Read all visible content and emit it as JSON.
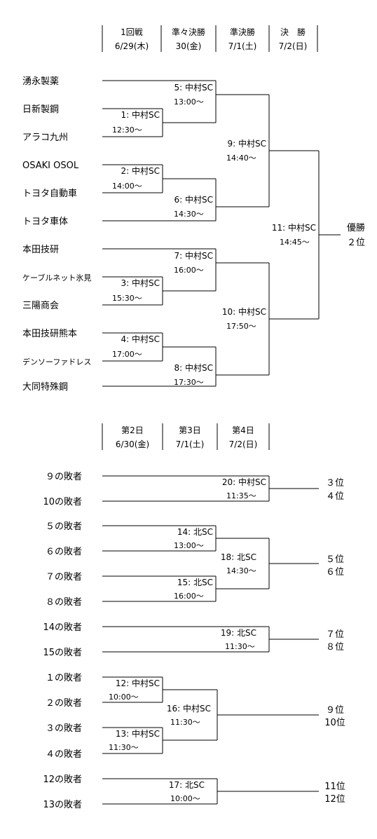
{
  "main_bracket": {
    "headers": [
      {
        "name": "1回戦",
        "date": "6/29(木)"
      },
      {
        "name": "準々決勝",
        "date": "30(金)"
      },
      {
        "name": "準決勝",
        "date": "7/1(土)"
      },
      {
        "name": "決　勝",
        "date": "7/2(日)"
      }
    ],
    "teams": [
      "湧永製薬",
      "日新製鋼",
      "アラコ九州",
      "OSAKI OSOL",
      "トヨタ自動車",
      "トヨタ車体",
      "本田技研",
      "ケーブルネット氷見",
      "三陽商会",
      "本田技研熊本",
      "デンソーファドレス",
      "大同特殊鋼"
    ],
    "matches": [
      {
        "label": "1: 中村SC",
        "time": "12:30～"
      },
      {
        "label": "2: 中村SC",
        "time": "14:00～"
      },
      {
        "label": "3: 中村SC",
        "time": "15:30～"
      },
      {
        "label": "4: 中村SC",
        "time": "17:00～"
      },
      {
        "label": "5: 中村SC",
        "time": "13:00～"
      },
      {
        "label": "6: 中村SC",
        "time": "14:30～"
      },
      {
        "label": "7: 中村SC",
        "time": "16:00～"
      },
      {
        "label": "8: 中村SC",
        "time": "17:30～"
      },
      {
        "label": "9: 中村SC",
        "time": "14:40～"
      },
      {
        "label": "10: 中村SC",
        "time": "17:50～"
      },
      {
        "label": "11: 中村SC",
        "time": "14:45～"
      }
    ],
    "results": [
      "優勝",
      "２位"
    ]
  },
  "placement_bracket": {
    "headers": [
      {
        "name": "第2日",
        "date": "6/30(金)"
      },
      {
        "name": "第3日",
        "date": "7/1(土)"
      },
      {
        "name": "第4日",
        "date": "7/2(日)"
      }
    ],
    "entrants": [
      "９の敗者",
      "10の敗者",
      "５の敗者",
      "６の敗者",
      "７の敗者",
      "８の敗者",
      "14の敗者",
      "15の敗者",
      "１の敗者",
      "２の敗者",
      "３の敗者",
      "４の敗者",
      "12の敗者",
      "13の敗者"
    ],
    "matches": [
      {
        "label": "20: 中村SC",
        "time": "11:35～"
      },
      {
        "label": "14: 北SC",
        "time": "13:00～"
      },
      {
        "label": "15: 北SC",
        "time": "16:00～"
      },
      {
        "label": "18: 北SC",
        "time": "14:30～"
      },
      {
        "label": "19: 北SC",
        "time": "11:30～"
      },
      {
        "label": "12: 中村SC",
        "time": "10:00～"
      },
      {
        "label": "13: 中村SC",
        "time": "11:30～"
      },
      {
        "label": "16: 中村SC",
        "time": "11:30～"
      },
      {
        "label": "17: 北SC",
        "time": "10:00～"
      }
    ],
    "places": [
      "３位",
      "４位",
      "５位",
      "６位",
      "７位",
      "８位",
      "９位",
      "10位",
      "11位",
      "12位"
    ]
  }
}
